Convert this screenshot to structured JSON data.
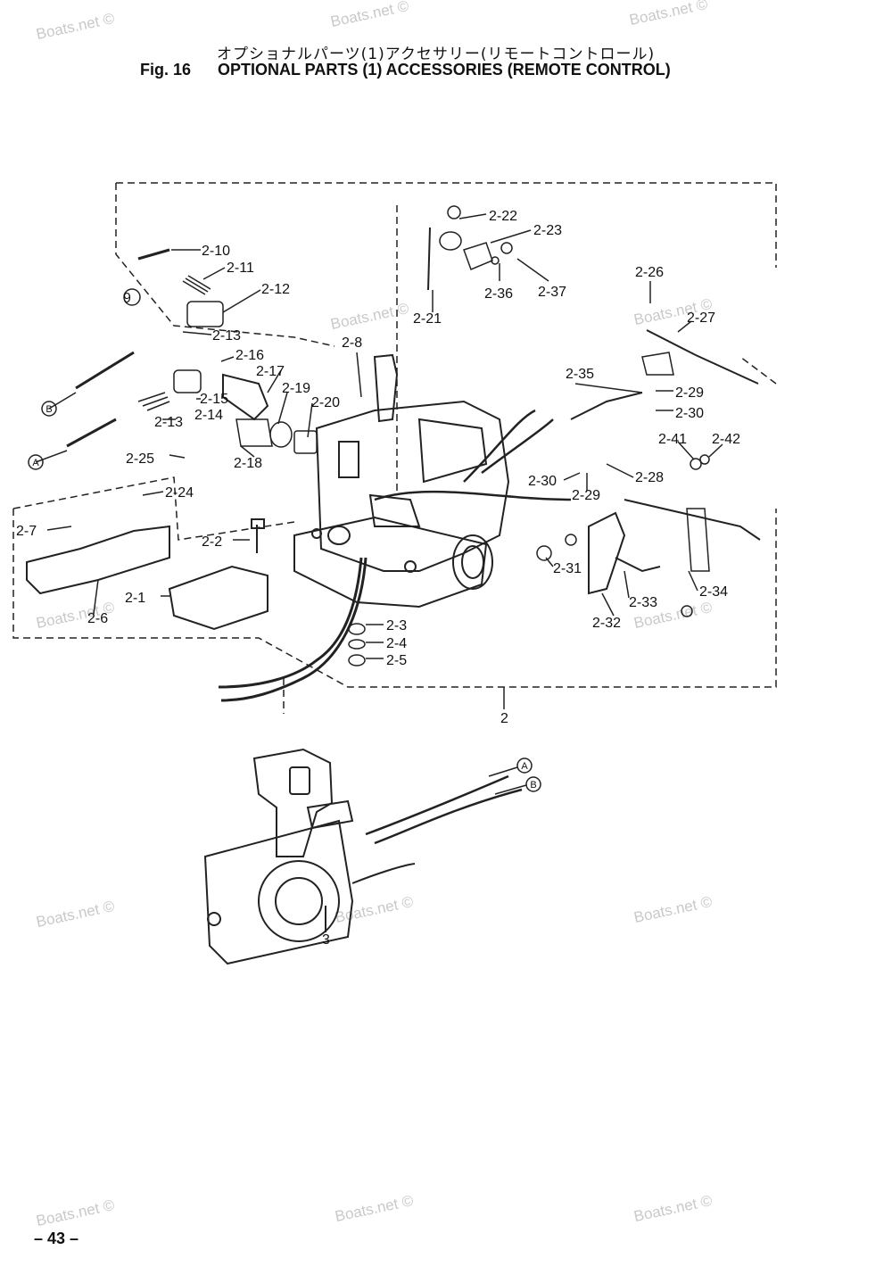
{
  "title_jp": "オプショナルパーツ(1)アクセサリー(リモートコントロール)",
  "title_fig": "Fig. 16",
  "title_en": "OPTIONAL PARTS (1) ACCESSORIES (REMOTE CONTROL)",
  "watermark": "Boats.net ©",
  "page_number": "– 43 –",
  "callouts": {
    "c9": "9",
    "c2_10": "2-10",
    "c2_11": "2-11",
    "c2_12": "2-12",
    "c2_13a": "2-13",
    "c2_16": "2-16",
    "c2_17": "2-17",
    "c2_15": "2-15",
    "c2_14": "2-14",
    "c2_13b": "2-13",
    "c2_19": "2-19",
    "c2_20": "2-20",
    "c2_8": "2-8",
    "c2_18": "2-18",
    "c2_25": "2-25",
    "c2_24": "2-24",
    "c2_7": "2-7",
    "c2_2": "2-2",
    "c2_1": "2-1",
    "c2_6": "2-6",
    "c2_3": "2-3",
    "c2_4": "2-4",
    "c2_5": "2-5",
    "c2_22": "2-22",
    "c2_23": "2-23",
    "c2_36": "2-36",
    "c2_37": "2-37",
    "c2_21": "2-21",
    "c2_35": "2-35",
    "c2_26": "2-26",
    "c2_27": "2-27",
    "c2_29a": "2-29",
    "c2_30a": "2-30",
    "c2_41": "2-41",
    "c2_42": "2-42",
    "c2_30b": "2-30",
    "c2_29b": "2-29",
    "c2_28": "2-28",
    "c2_31": "2-31",
    "c2_33": "2-33",
    "c2_34": "2-34",
    "c2_32": "2-32",
    "c2": "2",
    "c3": "3",
    "refA1": "A",
    "refB1": "B",
    "refA2": "A",
    "refB2": "B"
  }
}
